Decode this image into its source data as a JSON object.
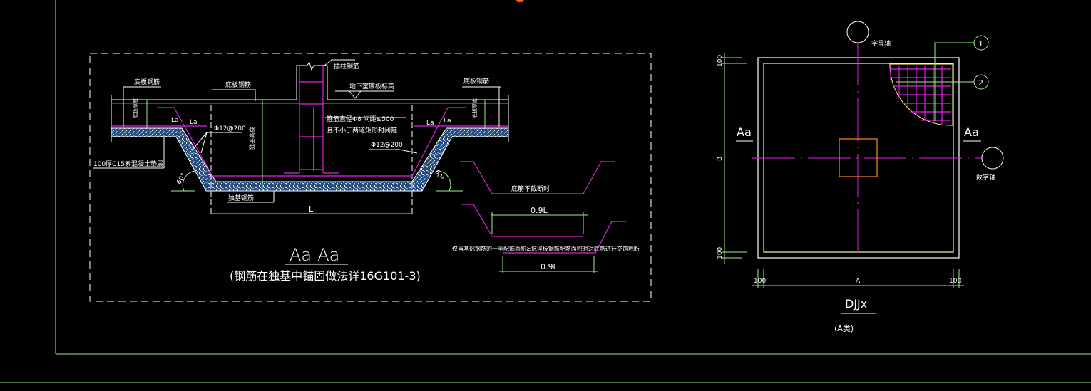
{
  "drawing": {
    "colors": {
      "background": "#000000",
      "frame": "#9cf08c",
      "white": "#ffffff",
      "magenta": "#e020e0",
      "yellow": "#ffff80",
      "orange": "#ff8a20",
      "concrete": "#6a9ad0",
      "dimension": "#9cf08c"
    },
    "section_view": {
      "title": "Aa-Aa",
      "subtitle": "(钢筋在独基中锚固做法详16G101-3)",
      "labels": {
        "bottom_rebar_left": "底板钢筋",
        "bottom_rebar_mid": "底板钢筋",
        "bottom_rebar_right": "底板钢筋",
        "column_rebar": "插柱钢筋",
        "basement_floor_level": "地下室底板标高",
        "stirrup_note_1": "箍筋直径Φ8 间距≤500",
        "stirrup_note_2": "且不小于两道矩形封闭箍",
        "rebar_spec_left": "Φ12@200",
        "rebar_spec_right": "Φ12@200",
        "anchor_left_1": "La",
        "anchor_left_2": "La",
        "anchor_right_1": "La",
        "anchor_right_2": "La",
        "cushion": "100厚C15素混凝土垫层",
        "angle_left": "60°",
        "angle_right": "60°",
        "foundation_rebar": "独基钢筋",
        "dim_L": "L",
        "plate_thickness_left": "底板厚度",
        "plate_thickness_right": "底板厚度",
        "foundation_depth": "独基高度"
      }
    },
    "detail_view": {
      "note_no_cut": "底筋不截断时",
      "dim_09L_1": "0.9L",
      "note_cut": "仅当基础钢筋的一半配筋面积≥抗浮板钢筋配筋面积时对底筋进行交错截断",
      "dim_09L_2": "0.9L"
    },
    "plan_view": {
      "axis_letter": "字母轴",
      "axis_number": "数字轴",
      "section_mark_left": "Aa",
      "section_mark_right": "Aa",
      "callout_1": "1",
      "callout_2": "2",
      "dim_top": "100",
      "dim_bottom": "100",
      "dim_B": "B",
      "dim_left": "100",
      "dim_A": "A",
      "dim_right": "100",
      "title": "DJJx",
      "subtitle": "(A类)"
    }
  }
}
